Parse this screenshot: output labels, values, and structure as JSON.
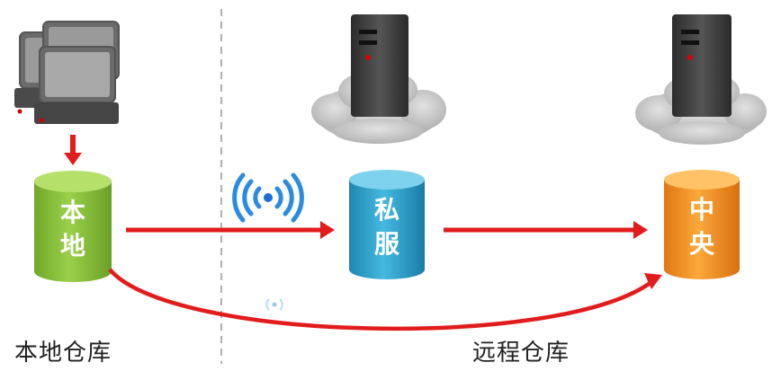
{
  "sections": {
    "local_label": "本地仓库",
    "remote_label": "远程仓库"
  },
  "nodes": {
    "local": {
      "label_line1": "本",
      "label_line2": "地",
      "color": "#8dc63f"
    },
    "private": {
      "label_line1": "私",
      "label_line2": "服",
      "color": "#2aa3cf"
    },
    "central": {
      "label_line1": "中",
      "label_line2": "央",
      "color": "#f7941d"
    }
  },
  "icons": {
    "computers": "desktop-computers-icon",
    "server": "server-tower-icon",
    "cloud": "cloud-icon",
    "wifi": "wireless-signal-icon"
  },
  "colors": {
    "arrow": "#e21c1c",
    "divider": "#b0b0b0",
    "server_body": "#3a3a3a",
    "cloud": "#c8c8c8"
  }
}
